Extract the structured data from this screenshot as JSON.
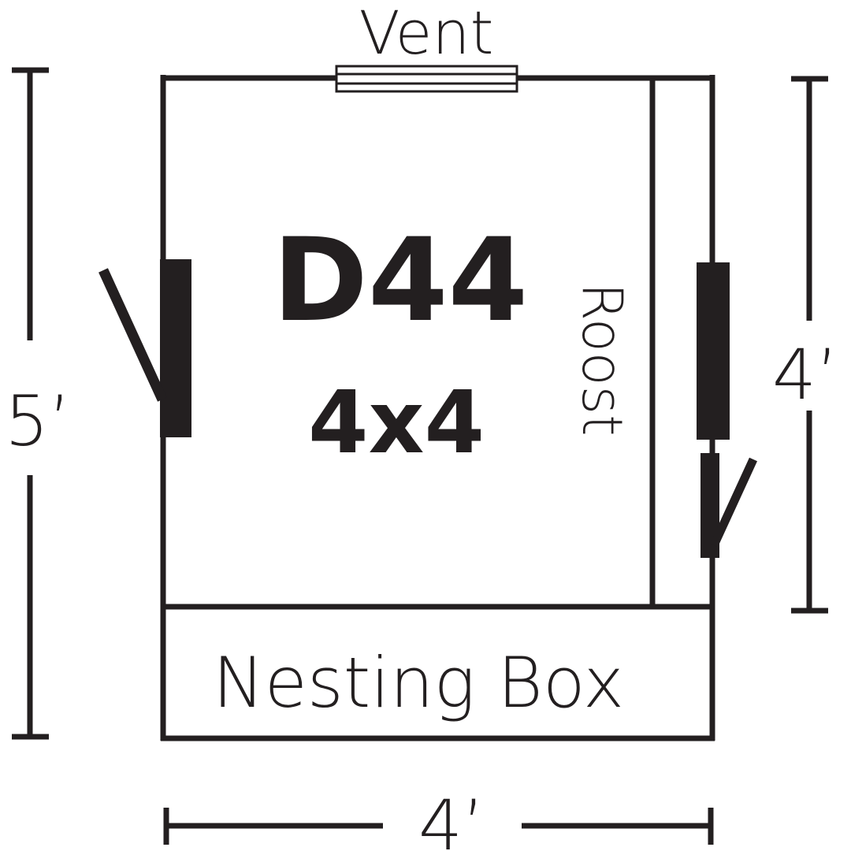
{
  "labels": {
    "vent": "Vent",
    "model": "D44",
    "size": "4x4",
    "roost": "Roost",
    "nesting_box": "Nesting Box",
    "height_left": "5’",
    "height_right": "4’",
    "width_bottom": "4’"
  },
  "colors": {
    "ink": "#231f20",
    "background": "#ffffff"
  }
}
